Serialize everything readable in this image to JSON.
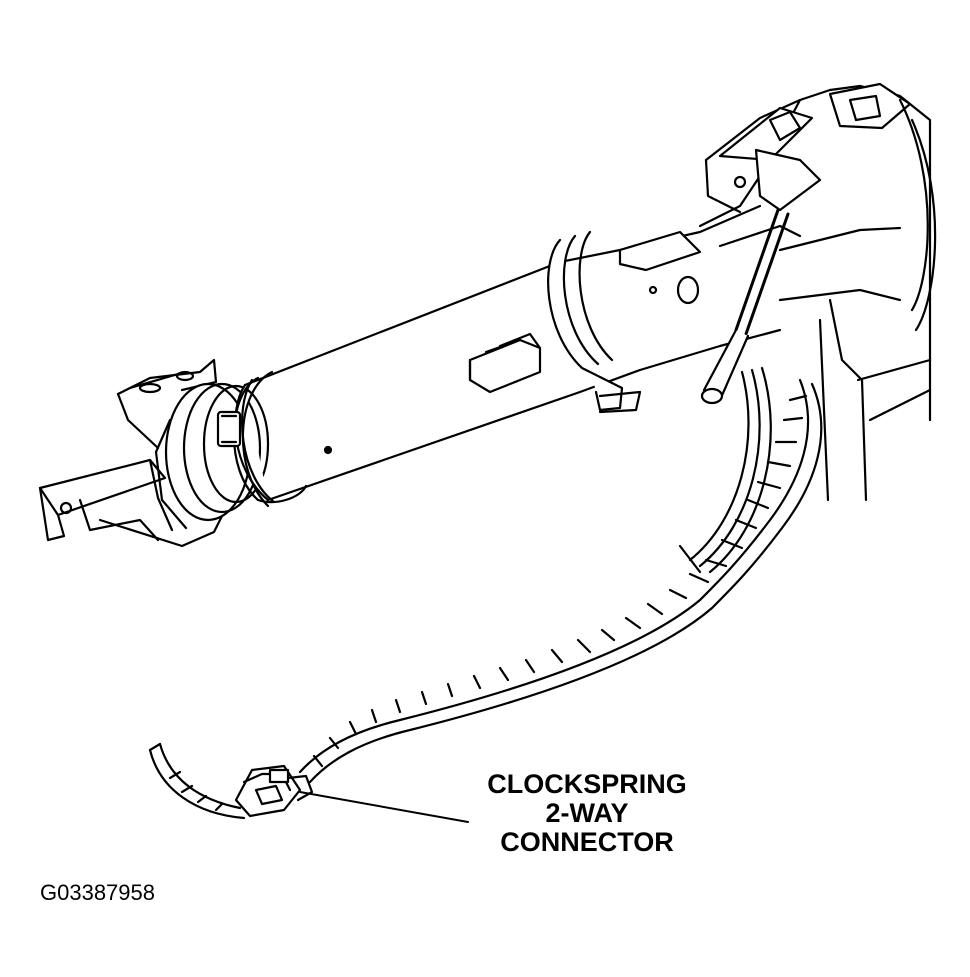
{
  "callout": {
    "lines": [
      "CLOCKSPRING",
      "2-WAY",
      "CONNECTOR"
    ]
  },
  "figure_id": "G03387958",
  "colors": {
    "ink": "#000000",
    "paper": "#ffffff"
  }
}
